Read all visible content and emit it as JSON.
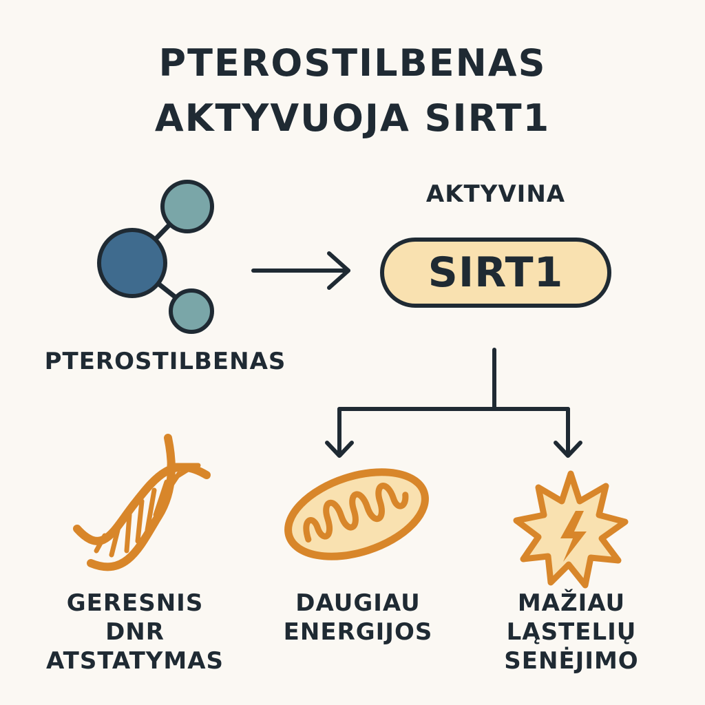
{
  "title": {
    "line1": "PTEROSTILBENAS",
    "line2": "AKTYVUOJA SIRT1"
  },
  "molecule": {
    "label": "PTEROSTILBENAS",
    "icon": "molecule-icon"
  },
  "activation": {
    "label": "AKTYVINA"
  },
  "target": {
    "label": "SIRT1"
  },
  "outcomes": [
    {
      "icon": "dna-icon",
      "lines": [
        "GERESNIS",
        "DNR",
        "ATSTATYMAS"
      ]
    },
    {
      "icon": "mitochondria-icon",
      "lines": [
        "DAUGIAU",
        "ENERGIJOS"
      ]
    },
    {
      "icon": "cell-burst-icon",
      "lines": [
        "MAŽIAU",
        "LĄSTELIŲ",
        "SENĖJIMO"
      ]
    }
  ],
  "colors": {
    "background": "#fbf8f3",
    "ink": "#1f2a33",
    "molecule_main": "#3f6b8e",
    "molecule_small": "#7aa6a8",
    "sirt_fill": "#f9e1b0",
    "orange": "#d8862a",
    "mito_fill": "#f9e1b0"
  }
}
